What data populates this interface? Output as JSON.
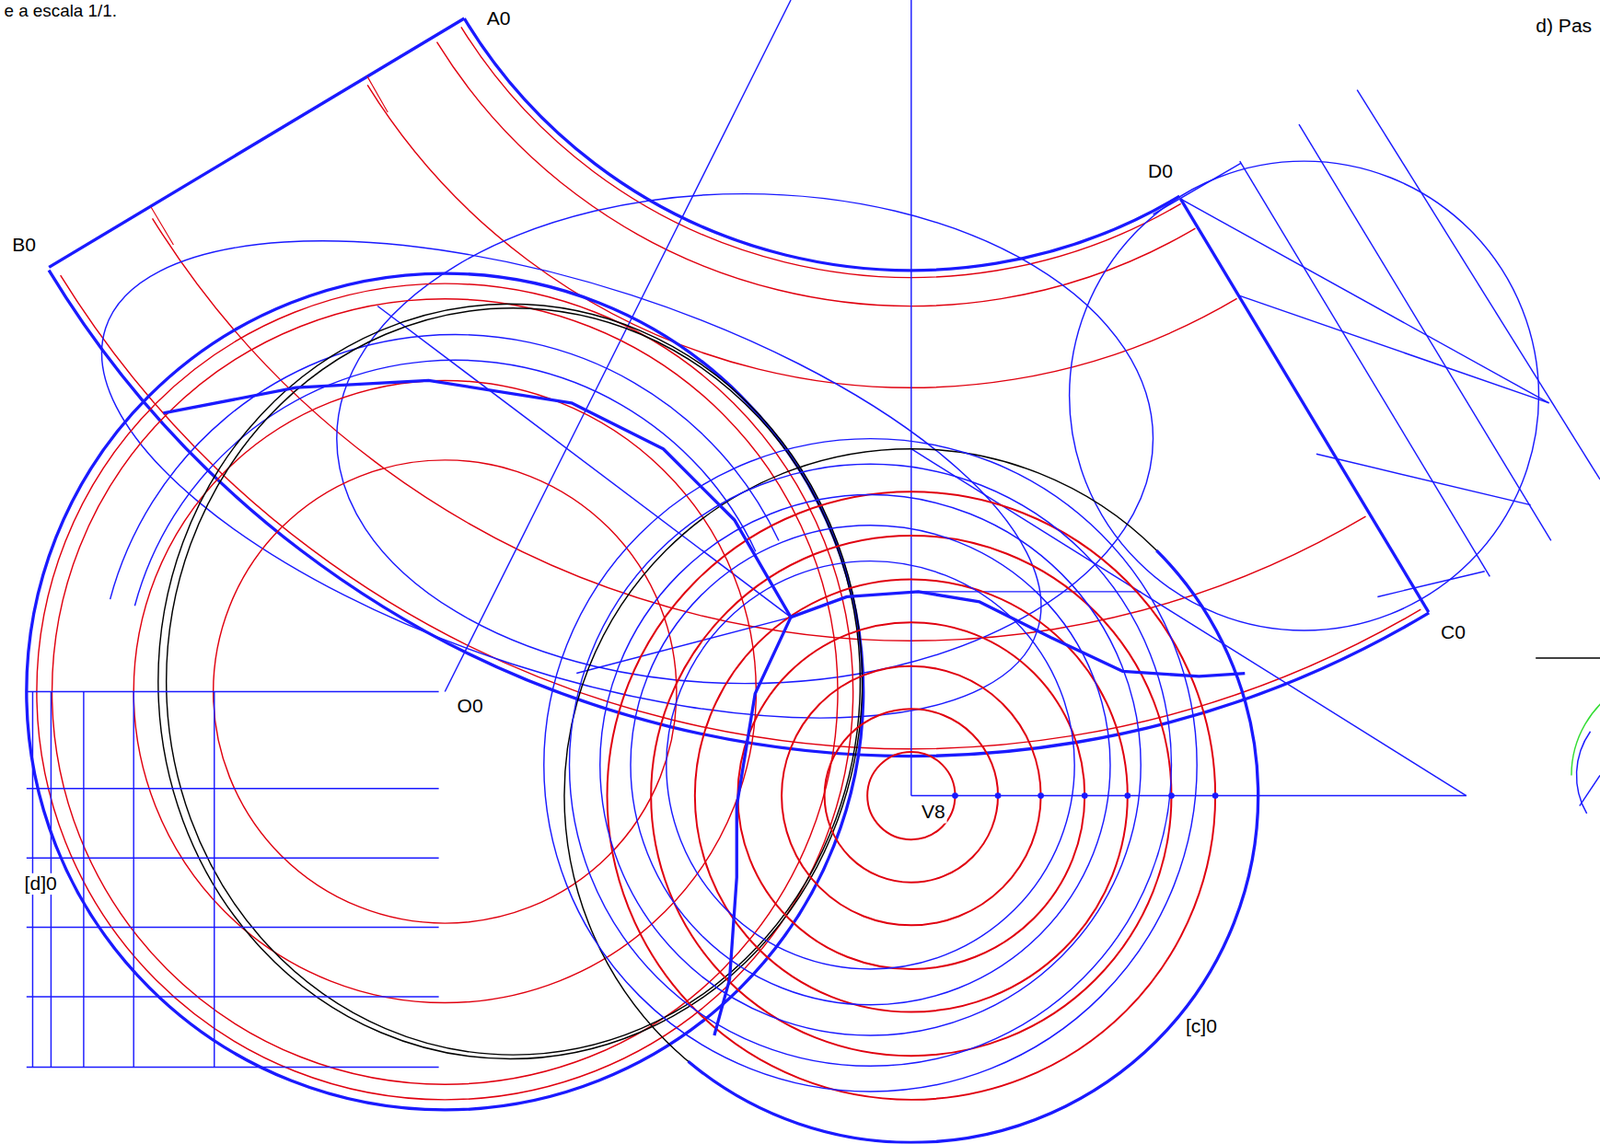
{
  "diagram": {
    "labels": [
      "e a escala 1/1.",
      "A0",
      "B0",
      "D0",
      "C0",
      "O0",
      "V8",
      "[d]0",
      "[c]0",
      "d) Pas"
    ]
  }
}
